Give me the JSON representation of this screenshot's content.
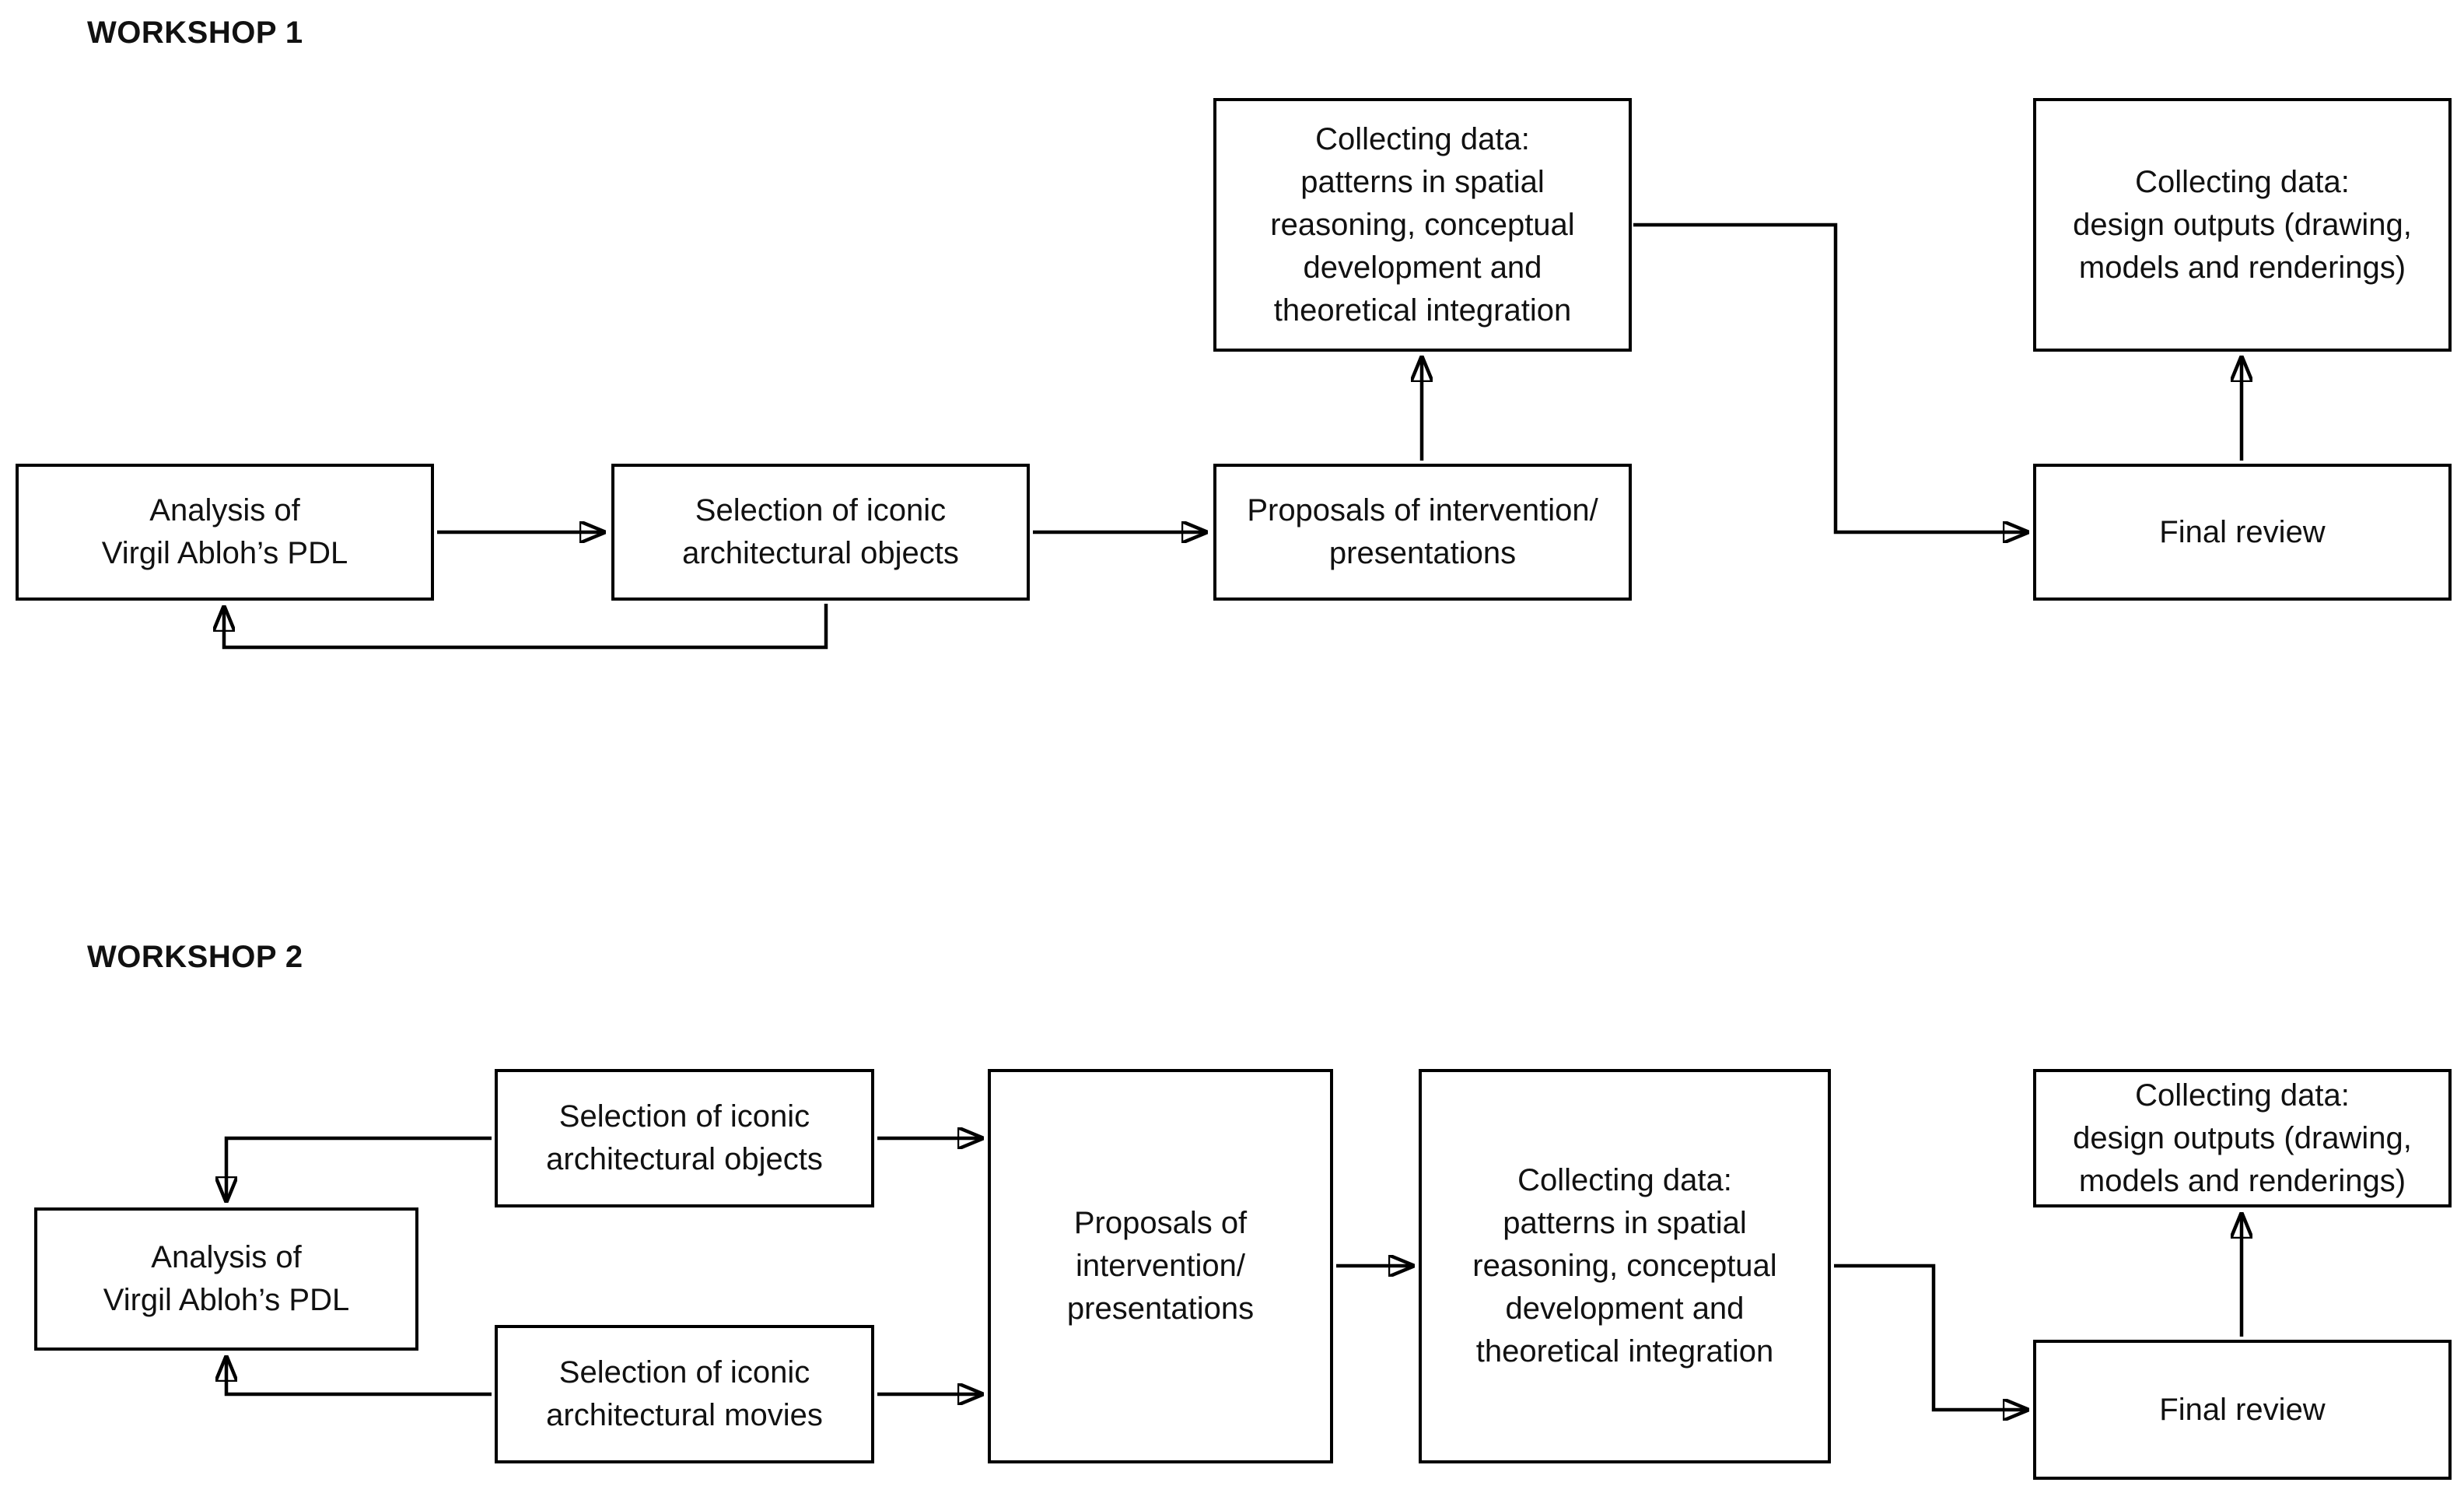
{
  "workshop1": {
    "title": "WORKSHOP 1",
    "analysis": "Analysis of\nVirgil Abloh’s PDL",
    "selection_objects": "Selection of iconic\narchitectural objects",
    "proposals": "Proposals of intervention/\npresentations",
    "collecting_patterns": "Collecting data:\npatterns in spatial\nreasoning, conceptual\ndevelopment and\ntheoretical integration",
    "collecting_outputs": "Collecting data:\ndesign outputs (drawing,\nmodels and renderings)",
    "final_review": "Final review"
  },
  "workshop2": {
    "title": "WORKSHOP 2",
    "analysis": "Analysis of\nVirgil Abloh’s PDL",
    "selection_objects": "Selection of iconic\narchitectural objects",
    "selection_movies": "Selection of iconic\narchitectural movies",
    "proposals": "Proposals of\nintervention/\npresentations",
    "collecting_patterns": "Collecting data:\npatterns in spatial\nreasoning, conceptual\ndevelopment and\ntheoretical integration",
    "collecting_outputs": "Collecting data:\ndesign outputs (drawing,\nmodels and renderings)",
    "final_review": "Final review"
  },
  "colors": {
    "line": "#000000",
    "text": "#111111",
    "background": "#ffffff",
    "box_fill": "#ffffff"
  }
}
